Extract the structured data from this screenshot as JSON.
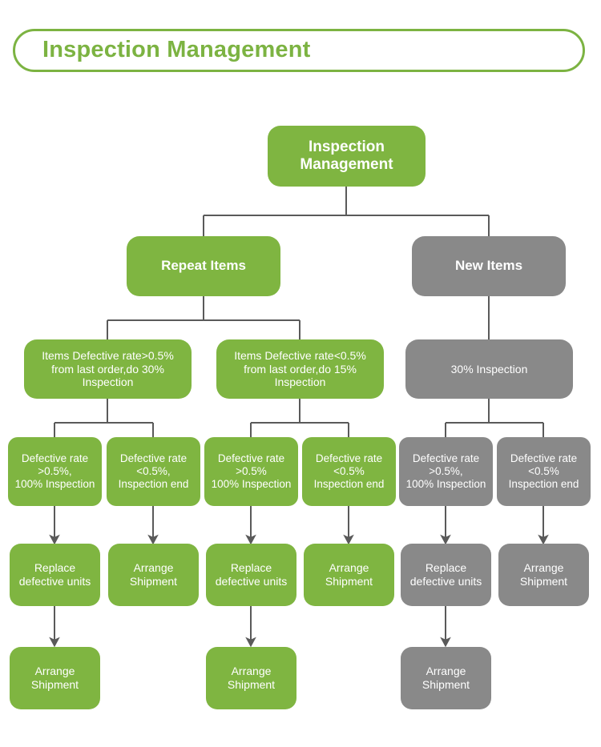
{
  "header": {
    "title": "Inspection Management",
    "border_color": "#7cb342",
    "text_color": "#7cb342"
  },
  "palette": {
    "green": "#7fb541",
    "gray": "#898989",
    "connector": "#5a5a5a",
    "node_text": "#ffffff",
    "background": "#ffffff"
  },
  "chart_data": {
    "type": "diagram",
    "title": "Inspection Management",
    "orientation": "top-down tree",
    "levels": 6,
    "nodes": [
      {
        "id": "root",
        "label": "Inspection\nManagement",
        "color": "green",
        "level": 1
      },
      {
        "id": "repeat",
        "label": "Repeat Items",
        "color": "green",
        "level": 2
      },
      {
        "id": "new",
        "label": "New Items",
        "color": "gray",
        "level": 2
      },
      {
        "id": "r30",
        "label": "Items Defective rate>0.5%\nfrom last order,do 30%\nInspection",
        "color": "green",
        "level": 3
      },
      {
        "id": "r15",
        "label": "Items Defective rate<0.5%\nfrom last order,do 15%\nInspection",
        "color": "green",
        "level": 3
      },
      {
        "id": "n30",
        "label": "30% Inspection",
        "color": "gray",
        "level": 3
      },
      {
        "id": "d1",
        "label": "Defective rate\n>0.5%,\n100% Inspection",
        "color": "green",
        "level": 4
      },
      {
        "id": "d2",
        "label": "Defective rate\n<0.5%,\nInspection end",
        "color": "green",
        "level": 4
      },
      {
        "id": "d3",
        "label": "Defective rate\n>0.5%\n100% Inspection",
        "color": "green",
        "level": 4
      },
      {
        "id": "d4",
        "label": "Defective rate\n<0.5%\nInspection end",
        "color": "green",
        "level": 4
      },
      {
        "id": "d5",
        "label": "Defective rate\n>0.5%,\n100% Inspection",
        "color": "gray",
        "level": 4
      },
      {
        "id": "d6",
        "label": "Defective rate\n<0.5%\nInspection end",
        "color": "gray",
        "level": 4
      },
      {
        "id": "a1",
        "label": "Replace\ndefective units",
        "color": "green",
        "level": 5
      },
      {
        "id": "a2",
        "label": "Arrange\nShipment",
        "color": "green",
        "level": 5
      },
      {
        "id": "a3",
        "label": "Replace\ndefective units",
        "color": "green",
        "level": 5
      },
      {
        "id": "a4",
        "label": "Arrange\nShipment",
        "color": "green",
        "level": 5
      },
      {
        "id": "a5",
        "label": "Replace\ndefective units",
        "color": "gray",
        "level": 5
      },
      {
        "id": "a6",
        "label": "Arrange\nShipment",
        "color": "gray",
        "level": 5
      },
      {
        "id": "s1",
        "label": "Arrange\nShipment",
        "color": "green",
        "level": 6
      },
      {
        "id": "s2",
        "label": "Arrange\nShipment",
        "color": "green",
        "level": 6
      },
      {
        "id": "s3",
        "label": "Arrange\nShipment",
        "color": "gray",
        "level": 6
      }
    ],
    "edges": [
      {
        "from": "root",
        "to": "repeat",
        "arrow": false
      },
      {
        "from": "root",
        "to": "new",
        "arrow": false
      },
      {
        "from": "repeat",
        "to": "r30",
        "arrow": false
      },
      {
        "from": "repeat",
        "to": "r15",
        "arrow": false
      },
      {
        "from": "new",
        "to": "n30",
        "arrow": false
      },
      {
        "from": "r30",
        "to": "d1",
        "arrow": false
      },
      {
        "from": "r30",
        "to": "d2",
        "arrow": false
      },
      {
        "from": "r15",
        "to": "d3",
        "arrow": false
      },
      {
        "from": "r15",
        "to": "d4",
        "arrow": false
      },
      {
        "from": "n30",
        "to": "d5",
        "arrow": false
      },
      {
        "from": "n30",
        "to": "d6",
        "arrow": false
      },
      {
        "from": "d1",
        "to": "a1",
        "arrow": true
      },
      {
        "from": "d2",
        "to": "a2",
        "arrow": true
      },
      {
        "from": "d3",
        "to": "a3",
        "arrow": true
      },
      {
        "from": "d4",
        "to": "a4",
        "arrow": true
      },
      {
        "from": "d5",
        "to": "a5",
        "arrow": true
      },
      {
        "from": "d6",
        "to": "a6",
        "arrow": true
      },
      {
        "from": "a1",
        "to": "s1",
        "arrow": true
      },
      {
        "from": "a3",
        "to": "s2",
        "arrow": true
      },
      {
        "from": "a5",
        "to": "s3",
        "arrow": true
      }
    ]
  }
}
